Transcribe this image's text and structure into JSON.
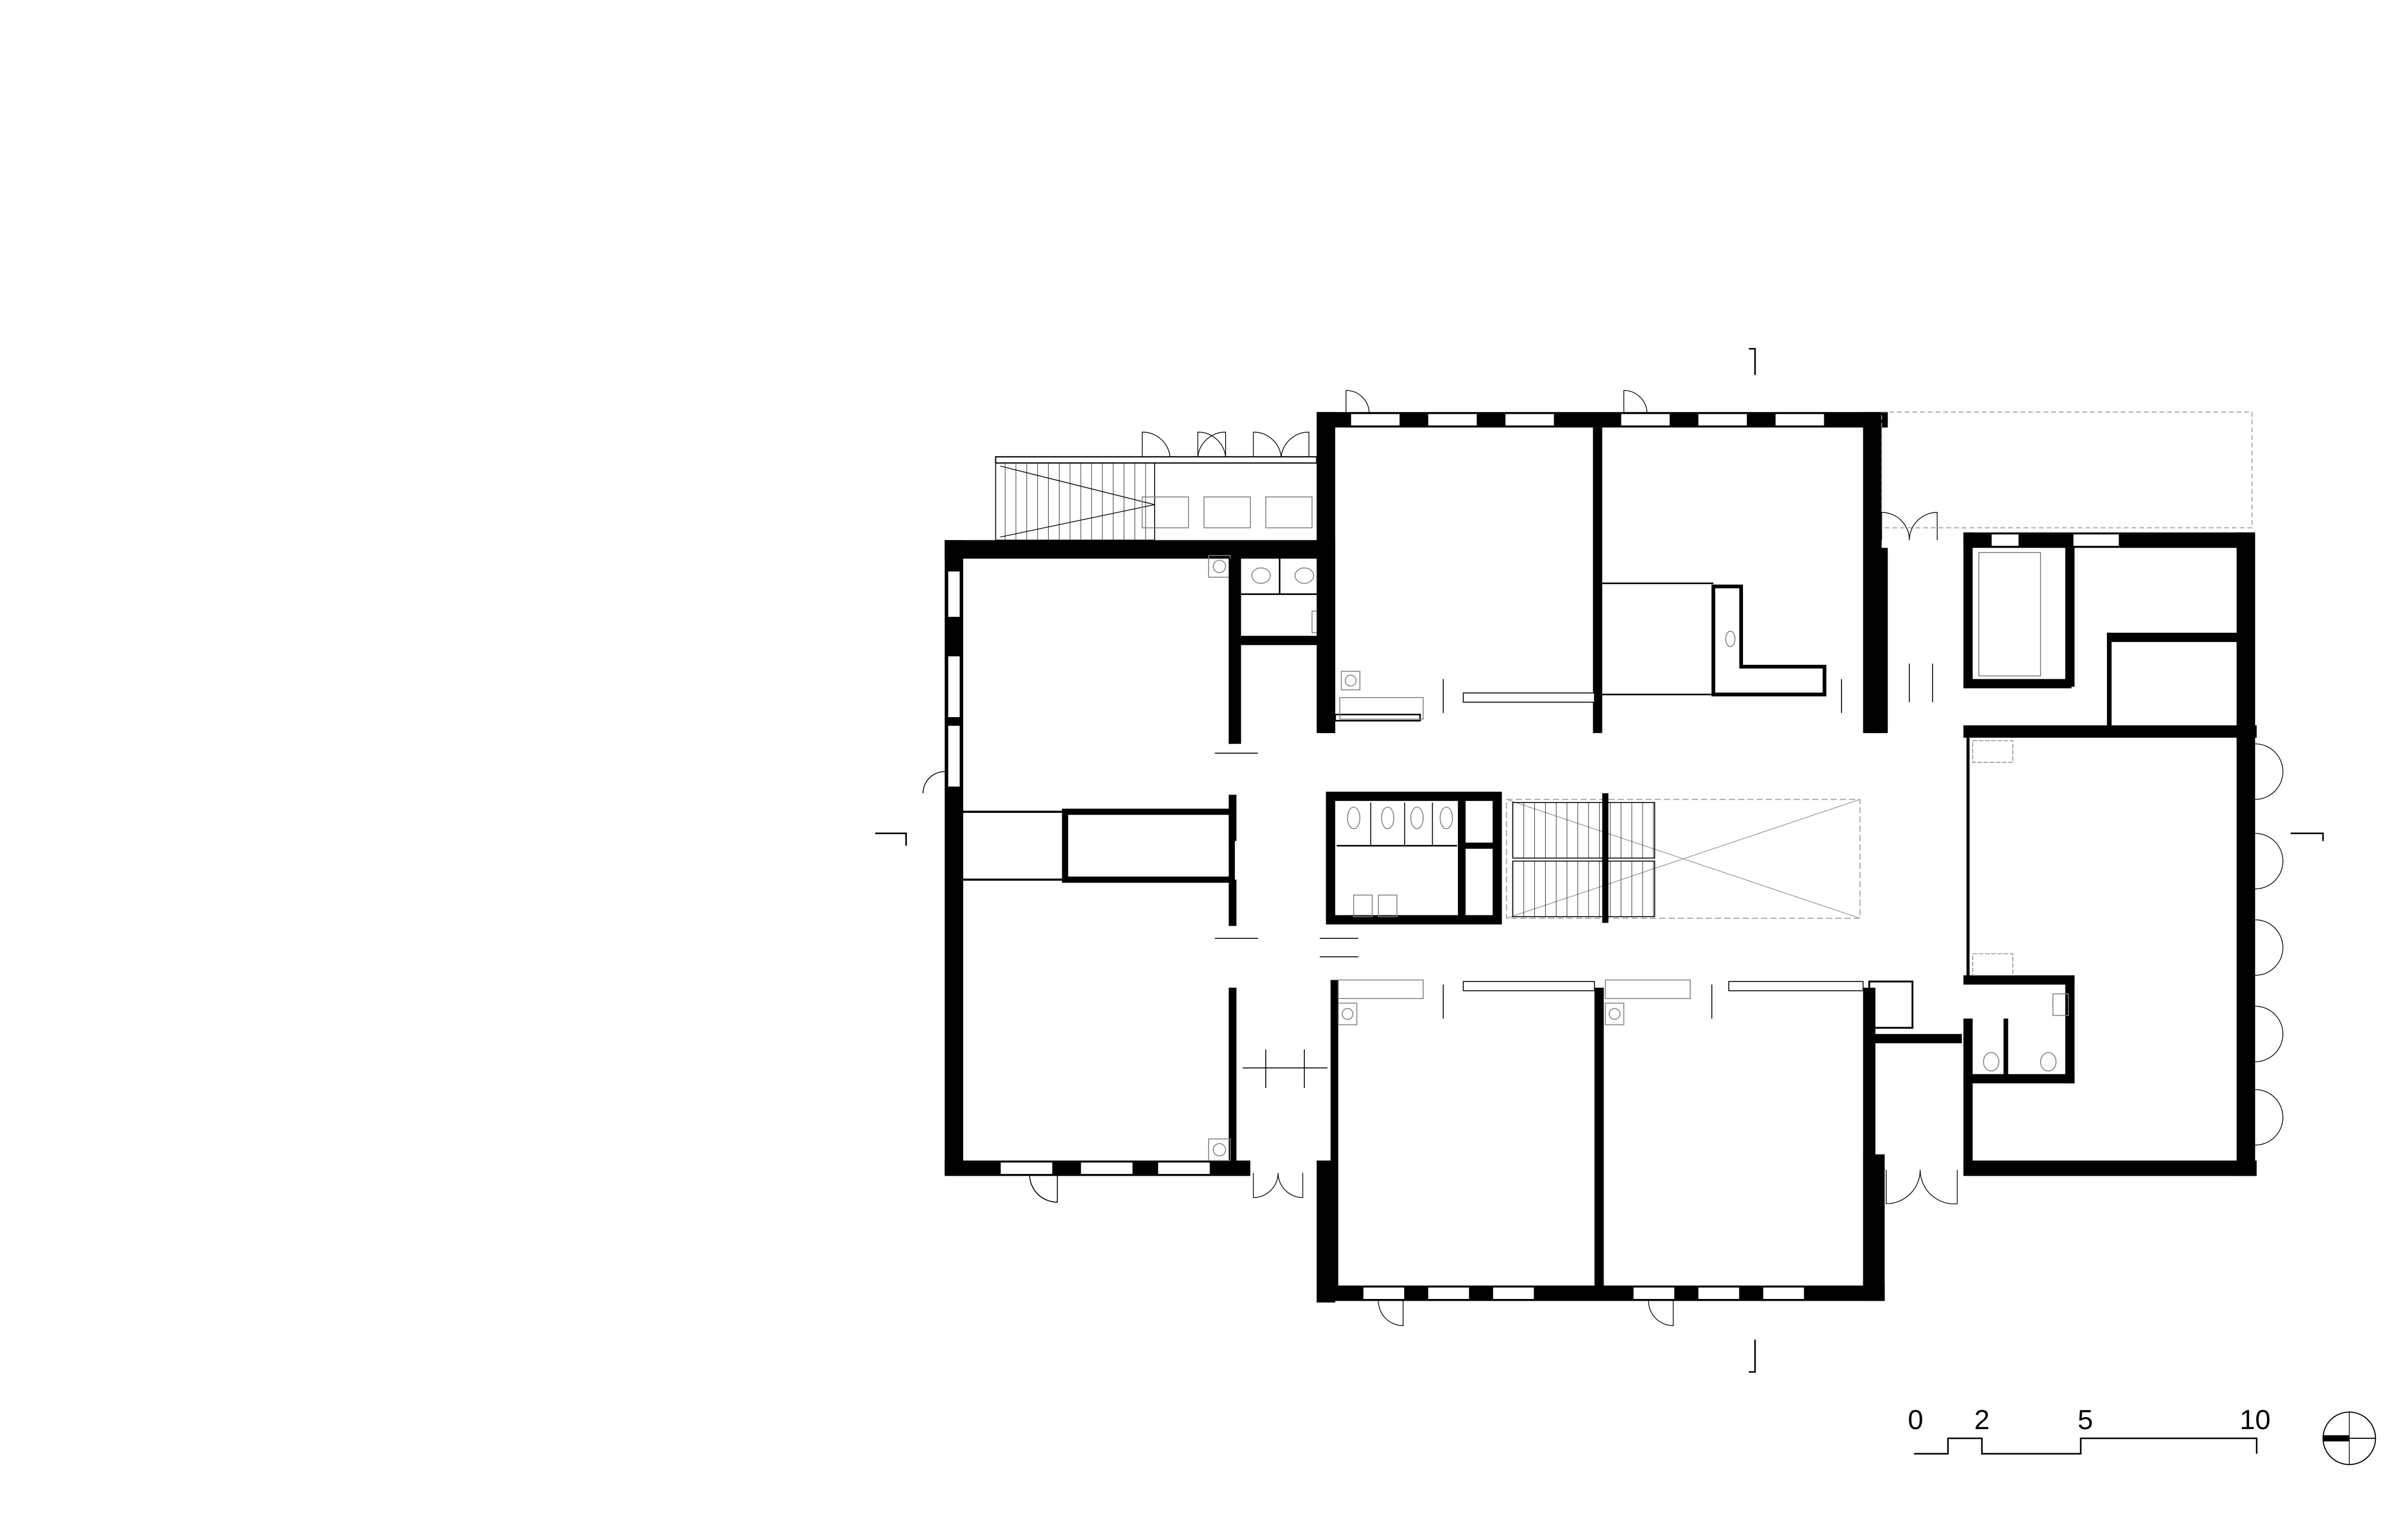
{
  "drawing": {
    "type": "architectural floor plan",
    "background": "#ffffff",
    "wall_color": "#000000",
    "furniture_color": "#808080",
    "hidden_line_color": "#999999"
  },
  "scale_bar": {
    "labels": [
      "0",
      "2",
      "5",
      "10"
    ],
    "unit_implied": "m"
  },
  "north_arrow": {
    "name": "north-arrow",
    "direction": "left"
  },
  "section_markers": [
    {
      "name": "section-marker-top"
    },
    {
      "name": "section-marker-bottom"
    },
    {
      "name": "section-marker-left"
    },
    {
      "name": "section-marker-right"
    }
  ]
}
